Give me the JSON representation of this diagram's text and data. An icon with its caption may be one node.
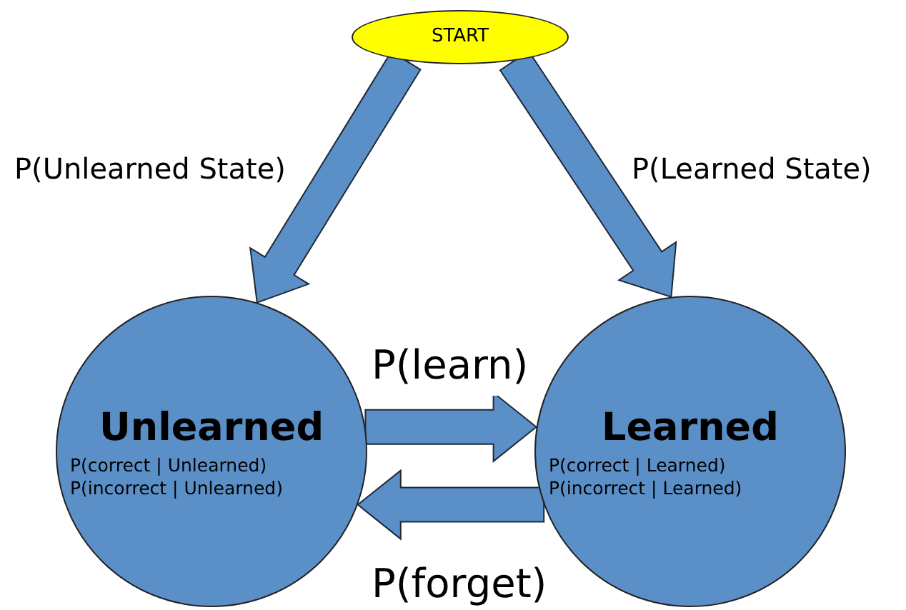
{
  "diagram": {
    "nodes": [
      {
        "text": [
          "START"
        ]
      },
      {
        "text": [
          "Unlearned",
          "P(correct | Unlearned)",
          "P(incorrect | Unlearned)"
        ]
      },
      {
        "text": [
          "Learned",
          "P(correct | Learned)",
          "P(incorrect | Learned)"
        ]
      }
    ],
    "edges": [
      {
        "from": 0,
        "to": 1,
        "arrow": "to",
        "label": "P(Unlearned State)"
      },
      {
        "from": 0,
        "to": 2,
        "arrow": "to",
        "label": "P(Learned State)"
      },
      {
        "from": 1,
        "to": 2,
        "arrow": "to",
        "label": "P(learn)"
      },
      {
        "from": 2,
        "to": 1,
        "arrow": "to",
        "label": "P(forget)"
      }
    ]
  }
}
